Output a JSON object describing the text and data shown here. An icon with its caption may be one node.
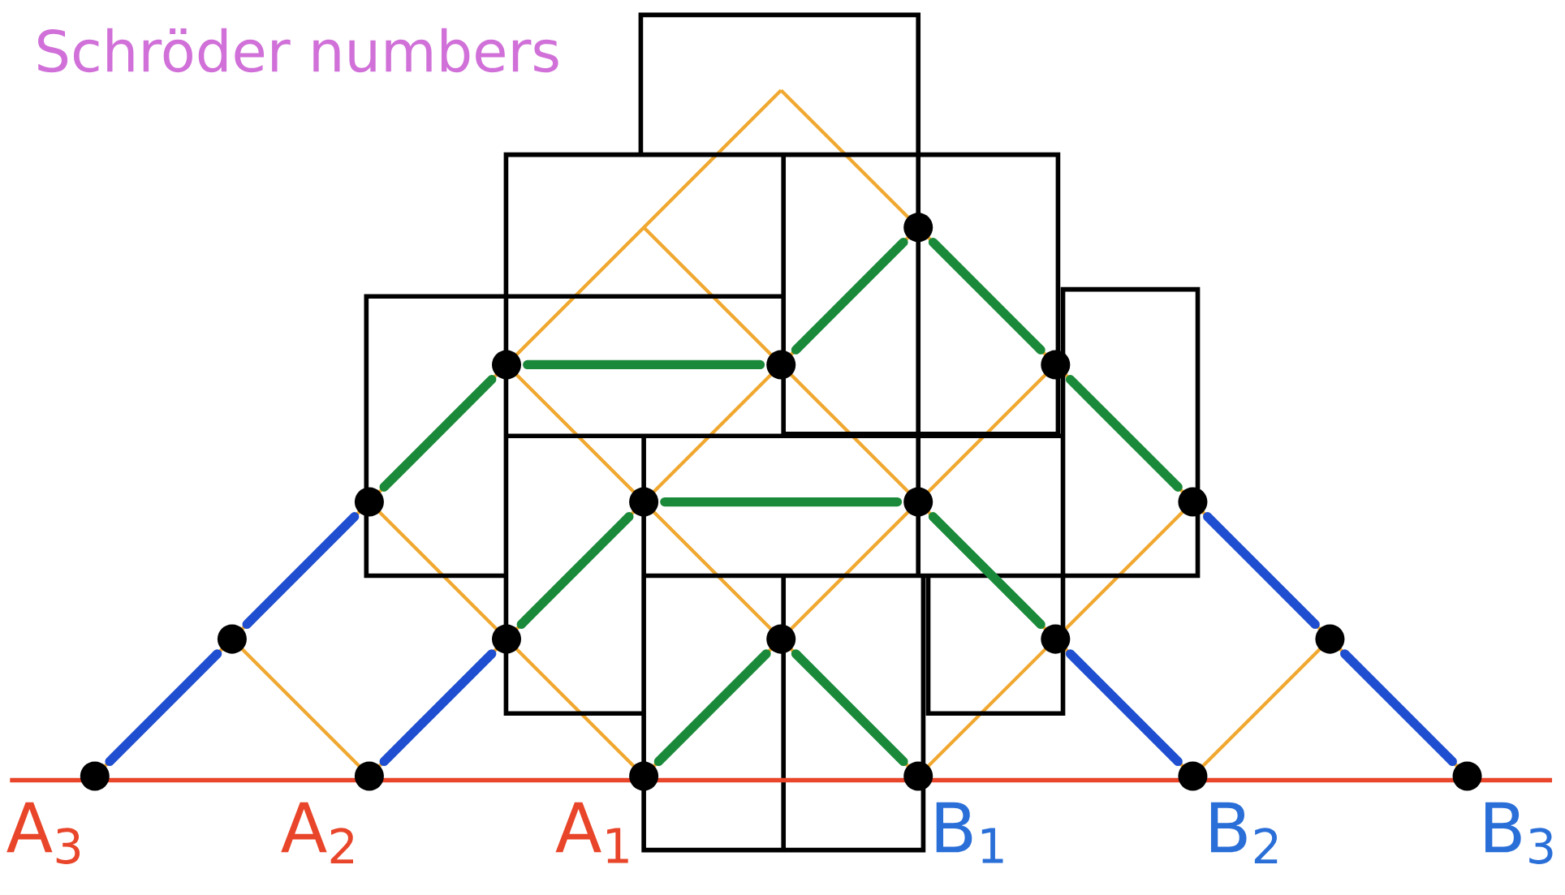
{
  "diagram": {
    "title": "Schröder numbers",
    "nodes": [
      {
        "text": [],
        "shape": "circle"
      },
      {
        "text": [],
        "shape": "circle"
      },
      {
        "text": [],
        "shape": "circle"
      },
      {
        "text": [],
        "shape": "circle"
      },
      {
        "text": [],
        "shape": "circle"
      },
      {
        "text": [],
        "shape": "circle"
      },
      {
        "text": [],
        "shape": "circle"
      },
      {
        "text": [],
        "shape": "circle"
      },
      {
        "text": [],
        "shape": "circle"
      },
      {
        "text": [],
        "shape": "circle"
      },
      {
        "text": [],
        "shape": "circle"
      },
      {
        "text": [],
        "shape": "circle"
      },
      {
        "text": [],
        "shape": "circle"
      },
      {
        "text": [],
        "shape": "circle",
        "beside": [
          "A$_{3}$"
        ]
      },
      {
        "text": [],
        "shape": "circle",
        "beside": [
          "A$_{2}$"
        ]
      },
      {
        "text": [],
        "shape": "circle",
        "beside": [
          "A$_{1}$"
        ]
      },
      {
        "text": [],
        "shape": "circle",
        "beside": [
          "B$_{1}$"
        ]
      },
      {
        "text": [],
        "shape": "circle",
        "beside": [
          "B$_{2}$"
        ]
      },
      {
        "text": [],
        "shape": "circle",
        "beside": [
          "B$_{3}$"
        ]
      }
    ],
    "edges": [
      {
        "from": 13,
        "to": 8,
        "arrow": "none",
        "color": "#1f4fd0"
      },
      {
        "from": 8,
        "to": 4,
        "arrow": "none",
        "color": "#1f4fd0"
      },
      {
        "from": 4,
        "to": 1,
        "arrow": "none"
      },
      {
        "from": 1,
        "to": 2,
        "arrow": "none"
      },
      {
        "from": 2,
        "to": 0,
        "arrow": "none"
      },
      {
        "from": 0,
        "to": 3,
        "arrow": "none"
      },
      {
        "from": 3,
        "to": 7,
        "arrow": "none"
      },
      {
        "from": 7,
        "to": 12,
        "arrow": "none",
        "color": "#1f4fd0"
      },
      {
        "from": 12,
        "to": 18,
        "arrow": "none",
        "color": "#1f4fd0"
      },
      {
        "from": 14,
        "to": 9,
        "arrow": "none",
        "color": "#1f4fd0"
      },
      {
        "from": 9,
        "to": 5,
        "arrow": "none"
      },
      {
        "from": 5,
        "to": 6,
        "arrow": "none"
      },
      {
        "from": 6,
        "to": 11,
        "arrow": "none"
      },
      {
        "from": 11,
        "to": 17,
        "arrow": "none",
        "color": "#1f4fd0"
      },
      {
        "from": 15,
        "to": 10,
        "arrow": "none"
      },
      {
        "from": 10,
        "to": 16,
        "arrow": "none"
      }
    ]
  }
}
